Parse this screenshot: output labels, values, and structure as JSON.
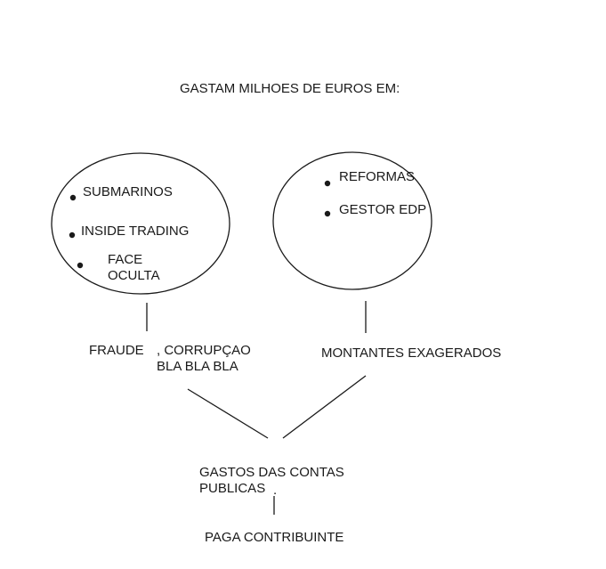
{
  "title": "GASTAM MILHOES DE EUROS EM:",
  "left_group": {
    "items": [
      "SUBMARINOS",
      "INSIDE TRADING",
      "FACE",
      "OCULTA"
    ]
  },
  "right_group": {
    "items": [
      "REFORMAS",
      "GESTOR EDP"
    ]
  },
  "left_outcome": {
    "line1a": "FRAUDE",
    "line1b": ", CORRUPÇAO",
    "line2": "BLA BLA BLA"
  },
  "right_outcome": "MONTANTES EXAGERADOS",
  "merge_label": {
    "line1": "GASTOS DAS CONTAS",
    "line2": "PUBLICAS",
    "trailing": "."
  },
  "final_label": "PAGA CONTRIBUINTE",
  "colors": {
    "ink": "#1a1a1a",
    "background": "#ffffff"
  }
}
